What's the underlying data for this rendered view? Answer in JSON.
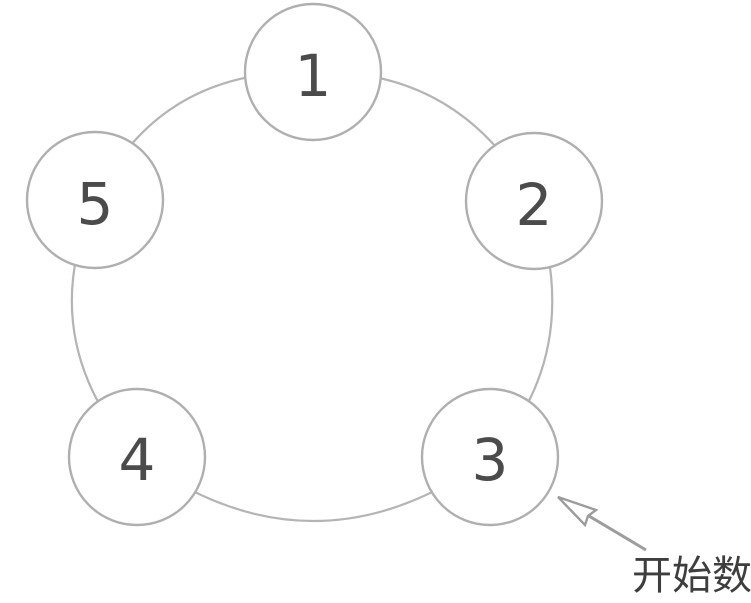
{
  "diagram": {
    "nodes": [
      {
        "label": "1"
      },
      {
        "label": "2"
      },
      {
        "label": "3"
      },
      {
        "label": "4"
      },
      {
        "label": "5"
      }
    ],
    "annotation": {
      "label": "开始数",
      "target_node": "3"
    },
    "colors": {
      "ring_stroke": "#b4b4b4",
      "node_stroke": "#afafaf",
      "node_fill": "#ffffff",
      "number_color": "#4b4b4b",
      "arrow_color": "#9c9c9c",
      "label_color": "#3e3e3e",
      "background": "#ffffff"
    }
  }
}
